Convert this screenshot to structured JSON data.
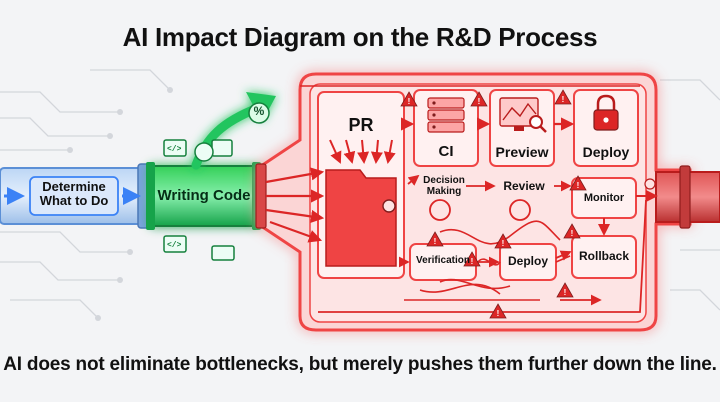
{
  "title": "AI Impact Diagram on the R&D Process",
  "caption": "AI does not eliminate bottlenecks, but merely pushes them further down the line.",
  "stages": {
    "determine": "Determine What to Do",
    "writing_code": "Writing Code"
  },
  "bottleneck": {
    "pr": "PR",
    "ci": "CI",
    "preview": "Preview",
    "deploy_top": "Deploy",
    "decision_making": "Decision Making",
    "review": "Review",
    "monitor": "Monitor",
    "verification": "Verification",
    "deploy_bottom": "Deploy",
    "rollback": "Rollback"
  },
  "ai_badge": "%",
  "colors": {
    "pipe_blue": "#3b82f6",
    "ai_green": "#22c55e",
    "bottleneck_red": "#ef4444",
    "warning_red": "#dc2626"
  }
}
